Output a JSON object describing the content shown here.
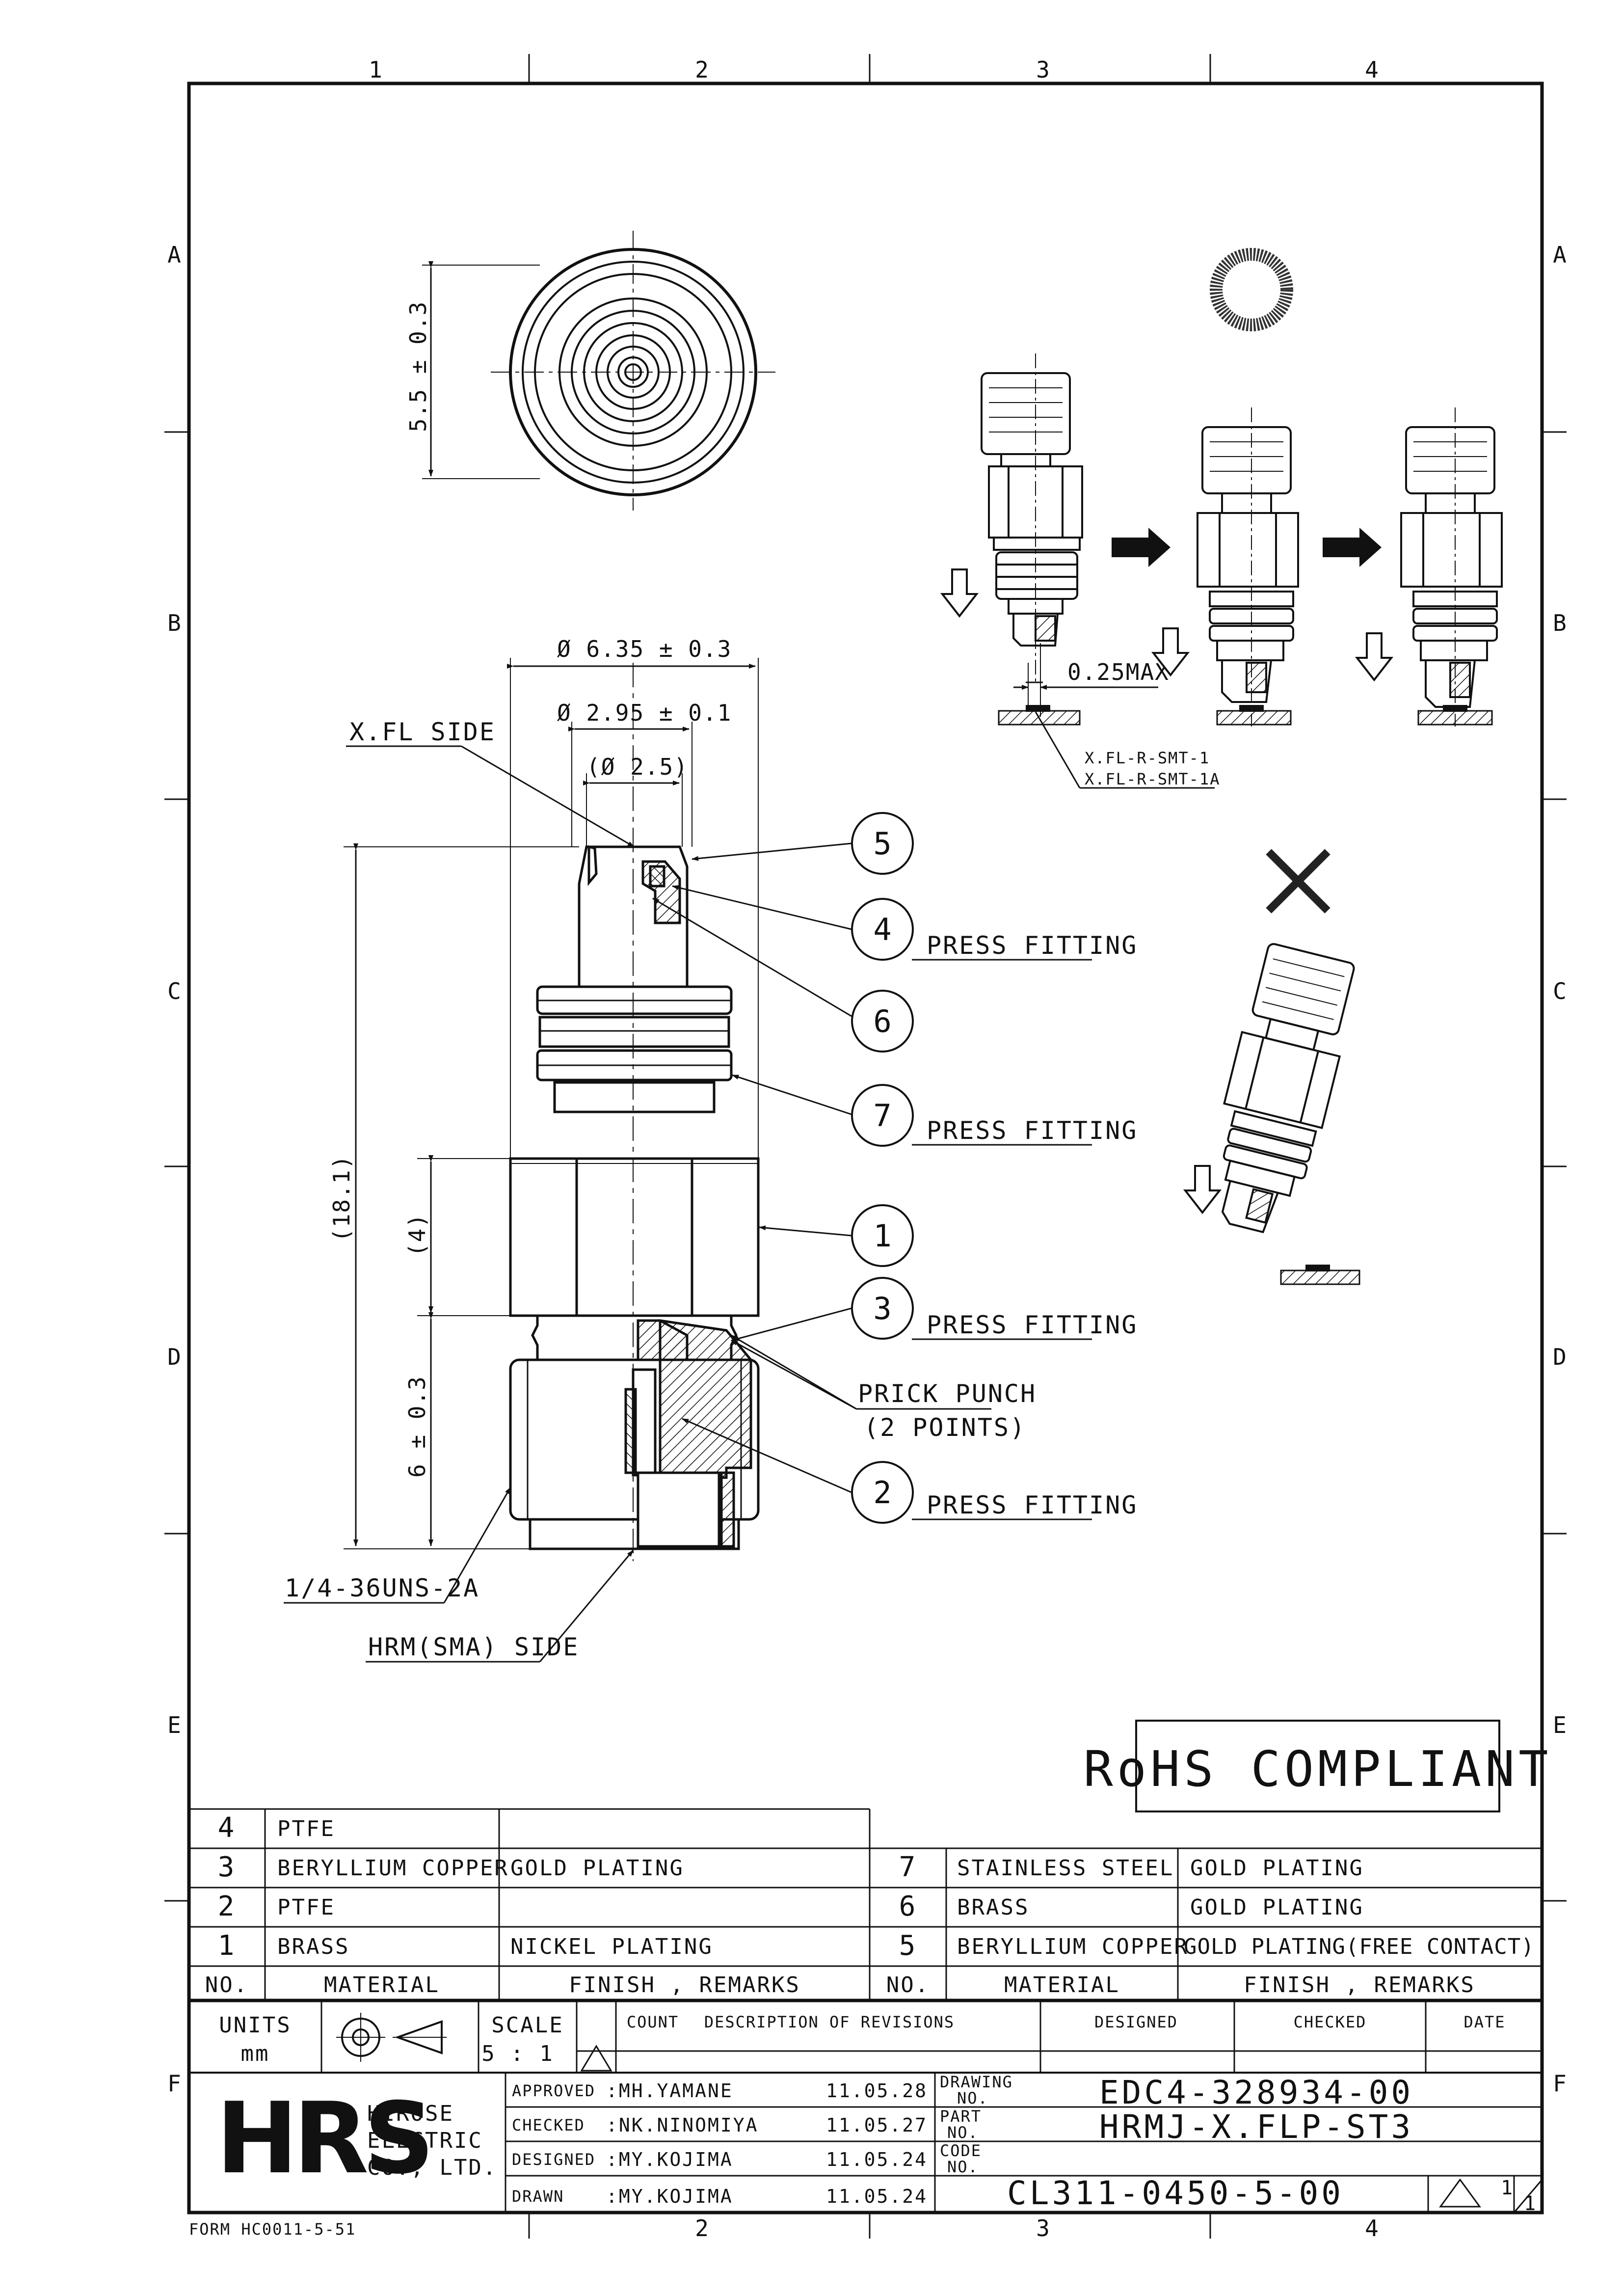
{
  "grid": {
    "columns": [
      "1",
      "2",
      "3",
      "4"
    ],
    "rows": [
      "A",
      "B",
      "C",
      "D",
      "E",
      "F"
    ]
  },
  "drawing": {
    "top_view": {
      "dim_height": "5.5 ± 0.3"
    },
    "section_view": {
      "dim_outer_dia": "Ø 6.35 ± 0.3",
      "dim_inner_dia": "Ø 2.95 ± 0.1",
      "dim_ref_dia": "(Ø 2.5)",
      "dim_total_length": "(18.1)",
      "dim_hex_length": "(4)",
      "dim_thread_length": "6 ± 0.3",
      "label_xfl_side": "X.FL SIDE",
      "label_thread": "1/4-36UNS-2A",
      "label_hrm_side": "HRM(SMA) SIDE",
      "label_prick_punch": [
        "PRICK PUNCH",
        "(2 POINTS)"
      ],
      "balloons": [
        {
          "no": "5",
          "note": ""
        },
        {
          "no": "4",
          "note": "PRESS FITTING"
        },
        {
          "no": "6",
          "note": ""
        },
        {
          "no": "7",
          "note": "PRESS FITTING"
        },
        {
          "no": "1",
          "note": ""
        },
        {
          "no": "3",
          "note": "PRESS FITTING"
        },
        {
          "no": "2",
          "note": "PRESS FITTING"
        }
      ]
    },
    "mating_correct": {
      "symbol": "circle-ok",
      "gap_label": "0.25MAX",
      "receptacle_labels": [
        "X.FL-R-SMT-1",
        "X.FL-R-SMT-1A"
      ]
    },
    "mating_incorrect": {
      "symbol": "cross-ng"
    },
    "rohs": "RoHS COMPLIANT"
  },
  "parts_table": {
    "left_header": {
      "no": "NO.",
      "material": "MATERIAL",
      "finish": "FINISH , REMARKS"
    },
    "right_header": {
      "no": "NO.",
      "material": "MATERIAL",
      "finish": "FINISH , REMARKS"
    },
    "left_rows": [
      {
        "no": "4",
        "material": "PTFE",
        "finish": ""
      },
      {
        "no": "3",
        "material": "BERYLLIUM COPPER",
        "finish": "GOLD PLATING"
      },
      {
        "no": "2",
        "material": "PTFE",
        "finish": ""
      },
      {
        "no": "1",
        "material": "BRASS",
        "finish": "NICKEL PLATING"
      }
    ],
    "right_rows": [
      {
        "no": "7",
        "material": "STAINLESS STEEL",
        "finish": "GOLD PLATING"
      },
      {
        "no": "6",
        "material": "BRASS",
        "finish": "GOLD PLATING"
      },
      {
        "no": "5",
        "material": "BERYLLIUM COPPER",
        "finish": "GOLD PLATING(FREE CONTACT)"
      }
    ]
  },
  "title_block": {
    "units_label": "UNITS",
    "units_value": "mm",
    "scale_label": "SCALE",
    "scale_value": "5 : 1",
    "revision_headers": {
      "count": "COUNT",
      "description": "DESCRIPTION OF REVISIONS",
      "designed": "DESIGNED",
      "checked": "CHECKED",
      "date": "DATE"
    },
    "company": {
      "logo": "HRS",
      "name_lines": [
        "HIROSE",
        "ELECTRIC",
        "CO., LTD."
      ]
    },
    "approvals": [
      {
        "role": "APPROVED",
        "name": ":MH.YAMANE",
        "date": "11.05.28"
      },
      {
        "role": "CHECKED",
        "name": ":NK.NINOMIYA",
        "date": "11.05.27"
      },
      {
        "role": "DESIGNED",
        "name": ":MY.KOJIMA",
        "date": "11.05.24"
      },
      {
        "role": "DRAWN",
        "name": ":MY.KOJIMA",
        "date": "11.05.24"
      }
    ],
    "drawing_no": {
      "label": [
        "DRAWING",
        "NO."
      ],
      "value": "EDC4-328934-00"
    },
    "part_no": {
      "label": [
        "PART",
        "NO."
      ],
      "value": "HRMJ-X.FLP-ST3"
    },
    "code_no": {
      "label": [
        "CODE",
        "NO."
      ],
      "value": "CL311-0450-5-00"
    },
    "sheet": {
      "current": "1",
      "total": "1"
    }
  },
  "form_no": "FORM HC0011-5-51"
}
